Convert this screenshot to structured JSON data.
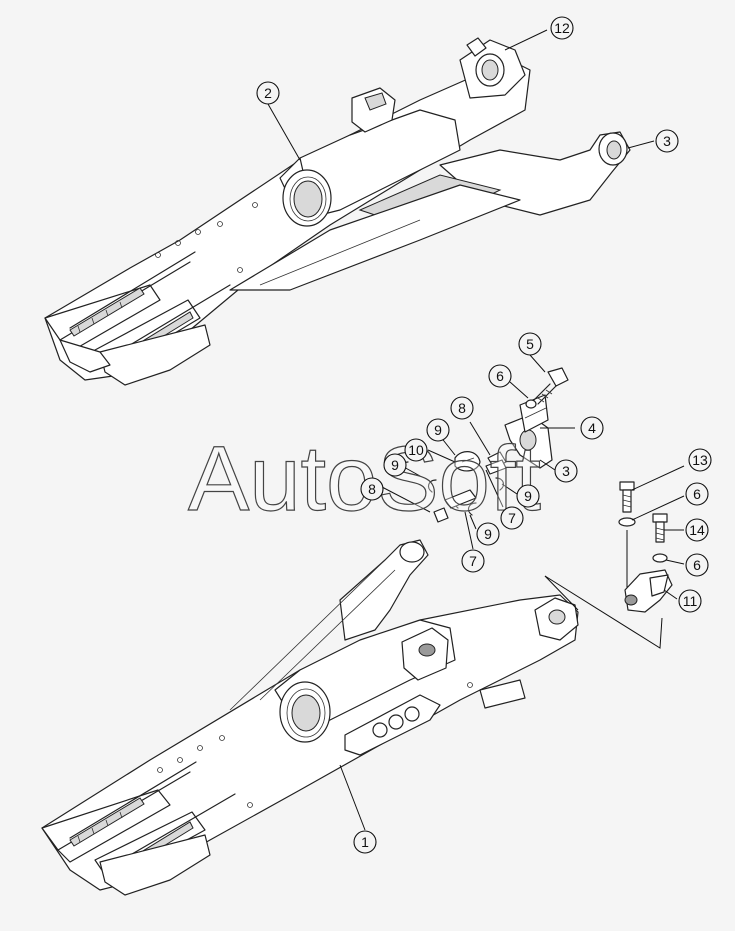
{
  "watermark": "AutoSoft",
  "callouts": {
    "c1": "1",
    "c2": "2",
    "c3a": "3",
    "c3b": "3",
    "c4": "4",
    "c5": "5",
    "c6a": "6",
    "c6b": "6",
    "c6c": "6",
    "c7a": "7",
    "c7b": "7",
    "c8a": "8",
    "c8b": "8",
    "c9a": "9",
    "c9b": "9",
    "c9c": "9",
    "c9d": "9",
    "c10": "10",
    "c11": "11",
    "c12": "12",
    "c13": "13",
    "c14": "14"
  }
}
